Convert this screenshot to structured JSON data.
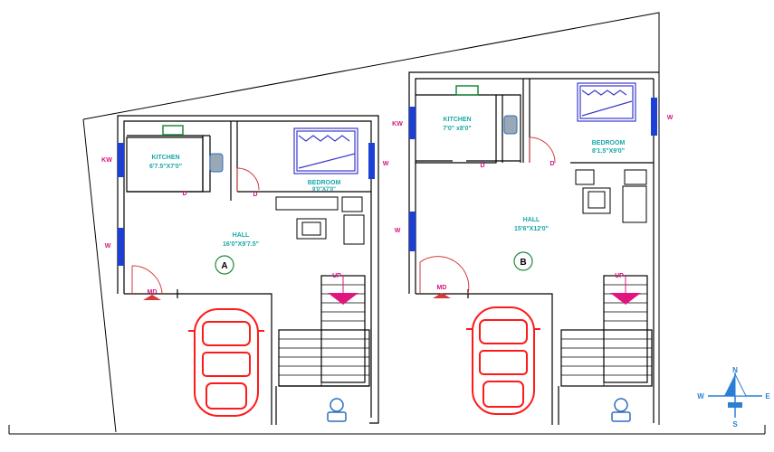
{
  "drawing": {
    "colors": {
      "wall": "#000000",
      "window": "#1c3fd6",
      "text_room": "#1aa7a7",
      "text_label": "#d4137e",
      "door": "#d63a3a",
      "car": "#ff1a1a",
      "stair_arrow": "#e0157d",
      "appliance": "#1e8a3a",
      "fixture": "#2c6fc0",
      "compass": "#2a7fd4",
      "furniture_bed": "#3a3acc"
    },
    "unit_a": {
      "marker": "A",
      "kitchen": {
        "name": "KITCHEN",
        "size": "6'7.5\"X7'0\""
      },
      "bedroom": {
        "name": "BEDROOM",
        "size": "9'0\"X7'0\""
      },
      "hall": {
        "name": "HALL",
        "size": "16'0\"X9'7.5\""
      },
      "labels": {
        "kw": "KW",
        "w_left": "W",
        "w_bedroom": "W",
        "d_bedroom": "D",
        "d_kitchen": "D",
        "md": "MD",
        "up": "UP"
      }
    },
    "unit_b": {
      "marker": "B",
      "kitchen": {
        "name": "KITCHEN",
        "size": "7'0\" x8'0\""
      },
      "bedroom": {
        "name": "BEDROOM",
        "size": "8'1.5\"X9'0\""
      },
      "hall": {
        "name": "HALL",
        "size": "15'6\"X12'0\""
      },
      "labels": {
        "kw": "KW",
        "w_left": "W",
        "w_bedroom": "W",
        "d_bedroom": "D",
        "d_kitchen": "D",
        "md": "MD",
        "up": "UP"
      }
    },
    "compass": {
      "n": "N",
      "s": "S",
      "e": "E",
      "w": "W"
    }
  }
}
